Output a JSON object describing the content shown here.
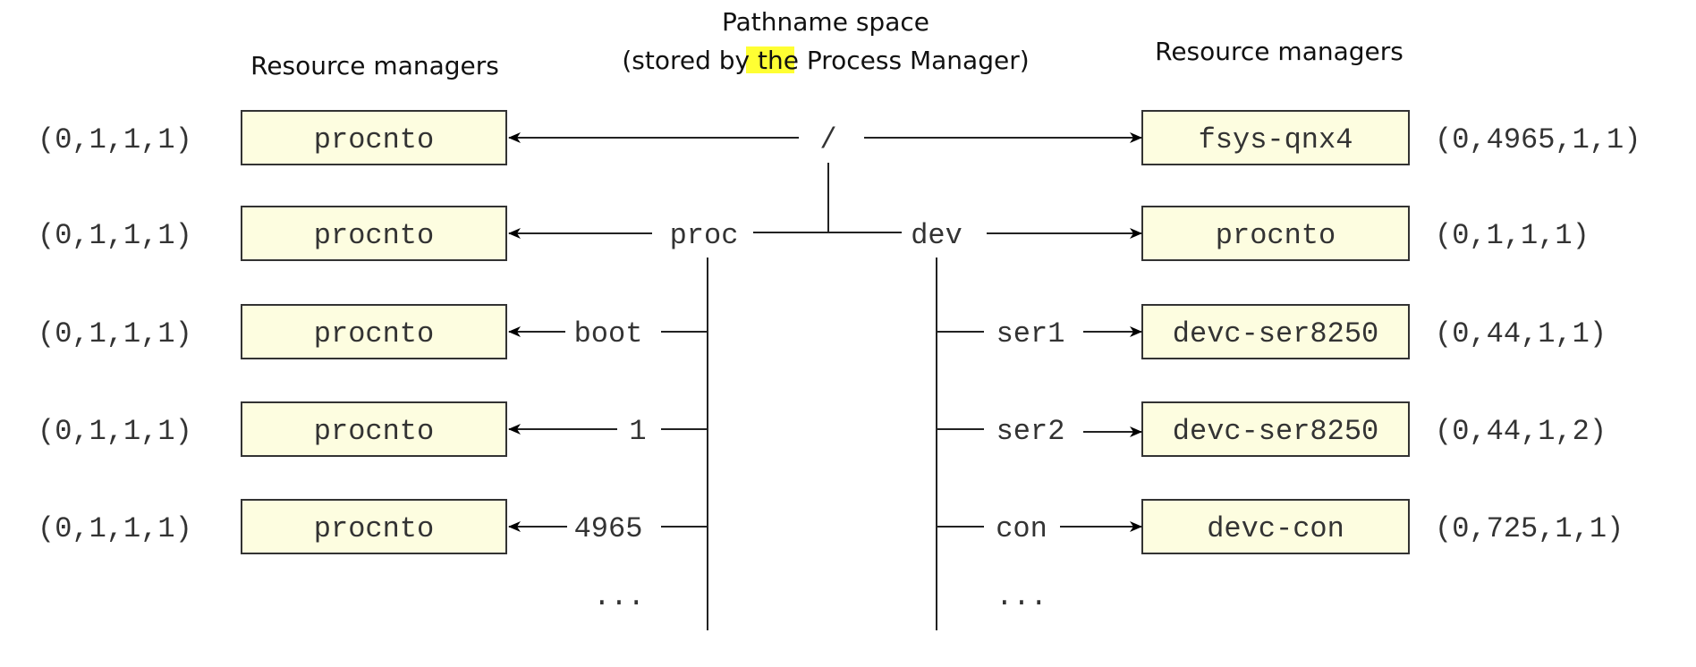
{
  "titles": {
    "left": "Resource managers",
    "center_line1": "Pathname space",
    "center_line2_pre": "(stored by ",
    "center_line2_highlight": "the",
    "center_line2_post": " Process Manager)",
    "right": "Resource managers"
  },
  "colors": {
    "box_fill": "#fdfde0",
    "highlight": "#ffff33"
  },
  "paths": {
    "root": "/",
    "proc": "proc",
    "dev": "dev",
    "boot": "boot",
    "one": "1",
    "pid": "4965",
    "proc_more": "...",
    "ser1": "ser1",
    "ser2": "ser2",
    "con": "con",
    "dev_more": "..."
  },
  "left_rows": [
    {
      "manager": "procnto",
      "nd": "(0,1,1,1)"
    },
    {
      "manager": "procnto",
      "nd": "(0,1,1,1)"
    },
    {
      "manager": "procnto",
      "nd": "(0,1,1,1)"
    },
    {
      "manager": "procnto",
      "nd": "(0,1,1,1)"
    },
    {
      "manager": "procnto",
      "nd": "(0,1,1,1)"
    }
  ],
  "right_rows": [
    {
      "manager": "fsys-qnx4",
      "nd": "(0,4965,1,1)"
    },
    {
      "manager": "procnto",
      "nd": "(0,1,1,1)"
    },
    {
      "manager": "devc-ser8250",
      "nd": "(0,44,1,1)"
    },
    {
      "manager": "devc-ser8250",
      "nd": "(0,44,1,2)"
    },
    {
      "manager": "devc-con",
      "nd": "(0,725,1,1)"
    }
  ]
}
